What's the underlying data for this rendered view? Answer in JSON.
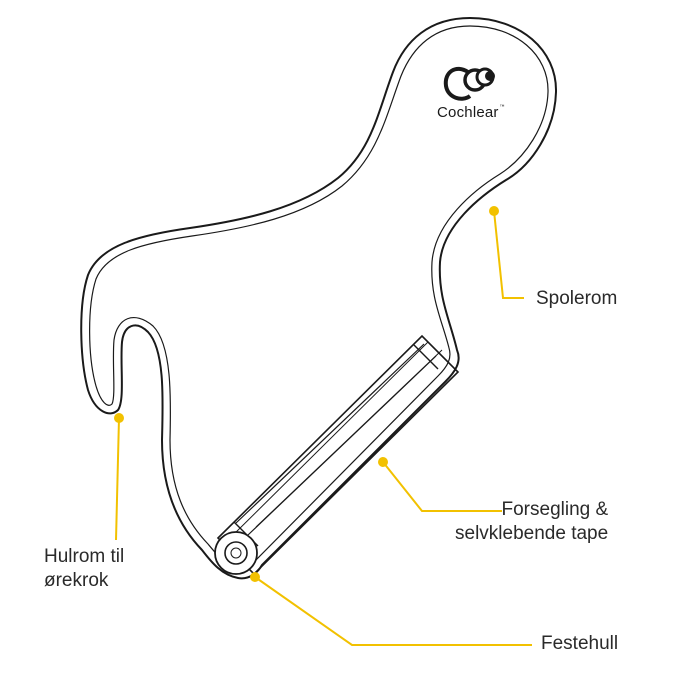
{
  "logo": {
    "text": "Cochlear",
    "trademark": "™"
  },
  "labels": {
    "spolerom": "Spolerom",
    "forsegling_line1": "Forsegling &",
    "forsegling_line2": "selvklebende tape",
    "festehull": "Festehull",
    "hulrom_line1": "Hulrom til",
    "hulrom_line2": "ørekrok"
  },
  "colors": {
    "callout": "#f2c100",
    "outline": "#1a1a1a",
    "text": "#2a2a2a"
  }
}
